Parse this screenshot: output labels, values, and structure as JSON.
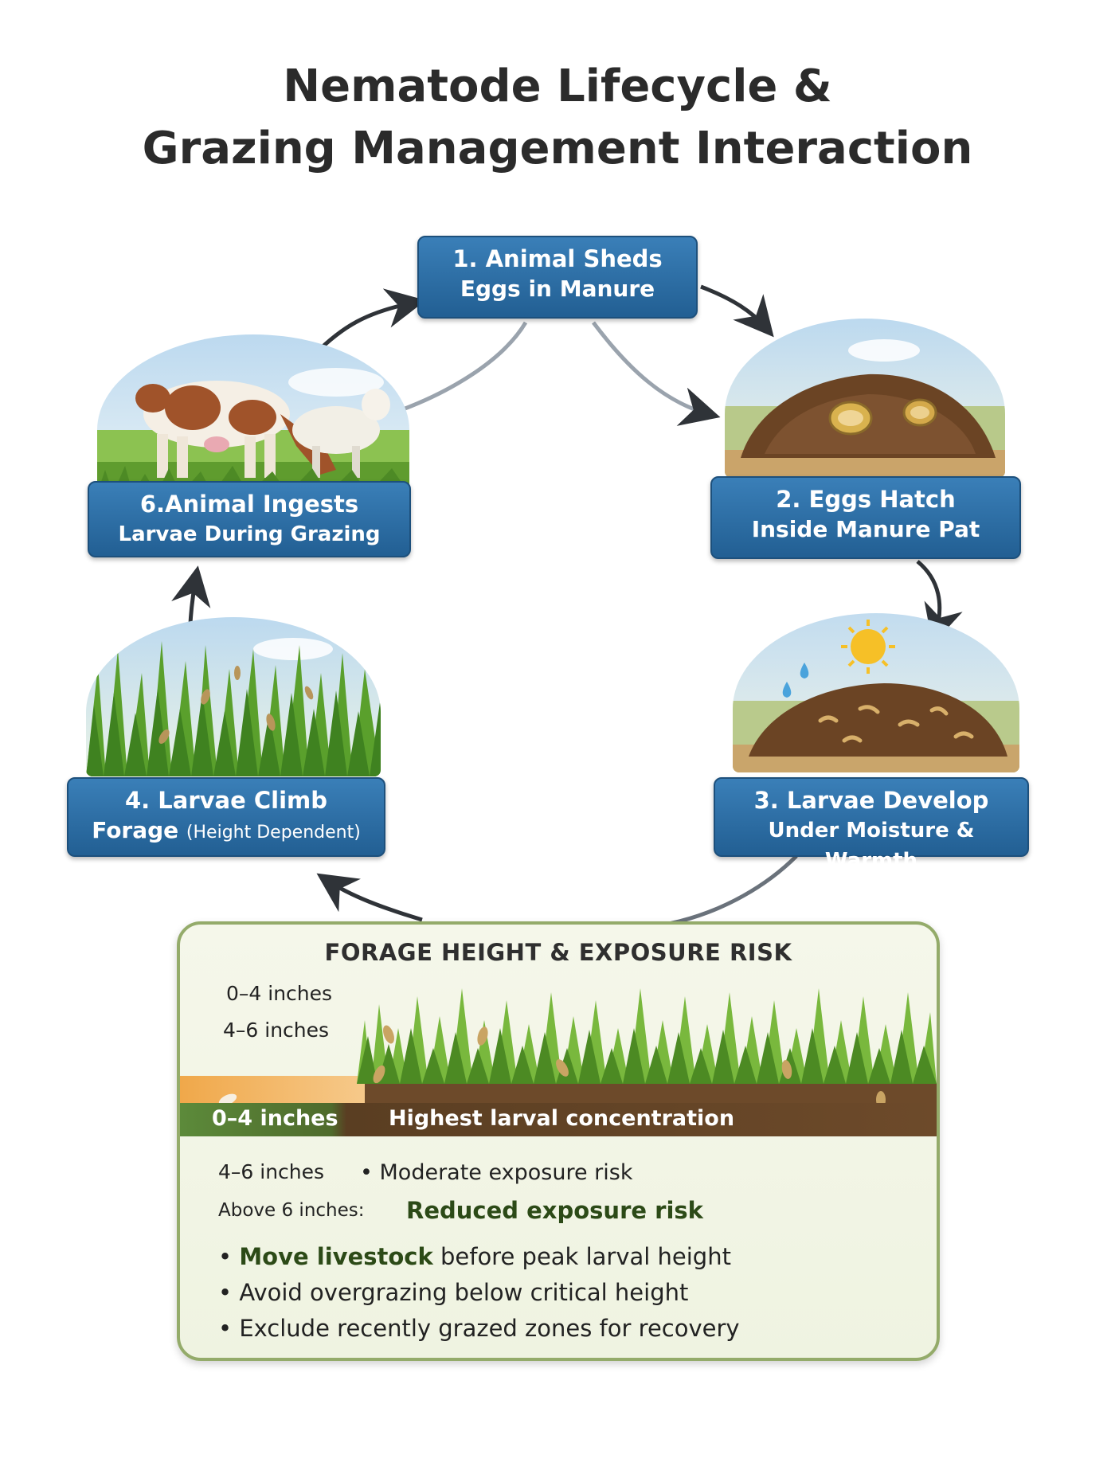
{
  "title": {
    "line1": "Nematode Lifecycle &",
    "line2": "Grazing Management Interaction"
  },
  "steps": [
    {
      "id": 1,
      "line1": "1. Animal Sheds",
      "line2": "Eggs in Manure"
    },
    {
      "id": 2,
      "line1": "2. Eggs Hatch",
      "line2": "Inside Manure Pat"
    },
    {
      "id": 3,
      "line1": "3. Larvae Develop",
      "line2": "Under Moisture & Warmth"
    },
    {
      "id": 4,
      "line1": "4. Larvae Climb",
      "line2": "Forage",
      "line2_note": "(Height Dependent)"
    },
    {
      "id": 6,
      "line1": "6.Animal Ingests",
      "line2": "Larvae During Grazing"
    }
  ],
  "panel": {
    "title": "FORAGE HEIGHT & EXPOSURE RISK",
    "scale_labels": [
      "0–4 inches",
      "4–6 inches"
    ],
    "rows": [
      {
        "height": "0–4 inches",
        "text": "Highest larval concentration"
      },
      {
        "height": "4–6 inches",
        "text": "• Moderate exposure risk"
      },
      {
        "height": "Above 6 inches:",
        "text": "Reduced exposure risk"
      }
    ],
    "bullets": [
      {
        "bold": "Move livestock",
        "rest": " before peak larval height"
      },
      {
        "bold": "",
        "rest": "Avoid overgrazing below critical height"
      },
      {
        "bold": "",
        "rest": "Exclude recently grazed zones for recovery"
      }
    ]
  },
  "colors": {
    "step_box": "#2a6aa3",
    "panel_border": "#94ab6a",
    "grass": "#5aa02c",
    "soil": "#6b4424"
  },
  "icons": [
    "cow-sheep-illustration",
    "manure-eggs-illustration",
    "manure-larvae-sun-illustration",
    "grass-larvae-illustration",
    "arrow-icon"
  ]
}
